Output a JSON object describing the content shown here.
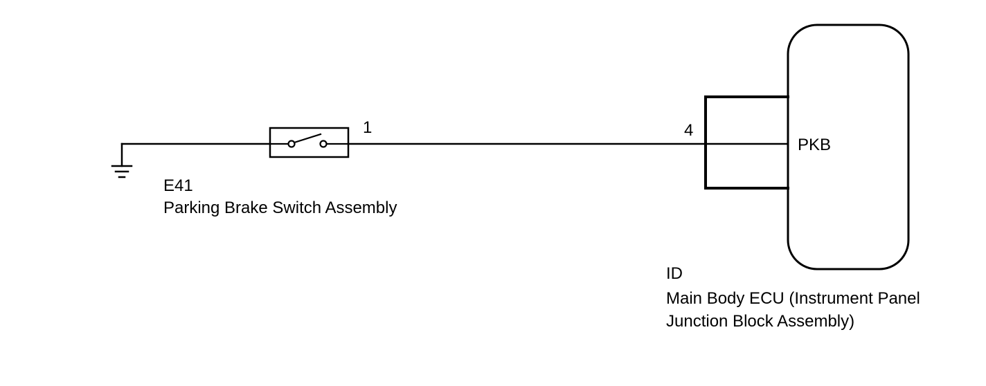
{
  "switch_component": {
    "code": "E41",
    "name": "Parking Brake Switch Assembly",
    "pin": "1"
  },
  "ecu_component": {
    "code": "ID",
    "name_line1": "Main Body ECU (Instrument Panel",
    "name_line2": "Junction Block Assembly)",
    "pin": "4",
    "terminal": "PKB"
  },
  "symbols": {
    "ground": "ground-icon",
    "switch": "normally-open-switch-icon"
  }
}
